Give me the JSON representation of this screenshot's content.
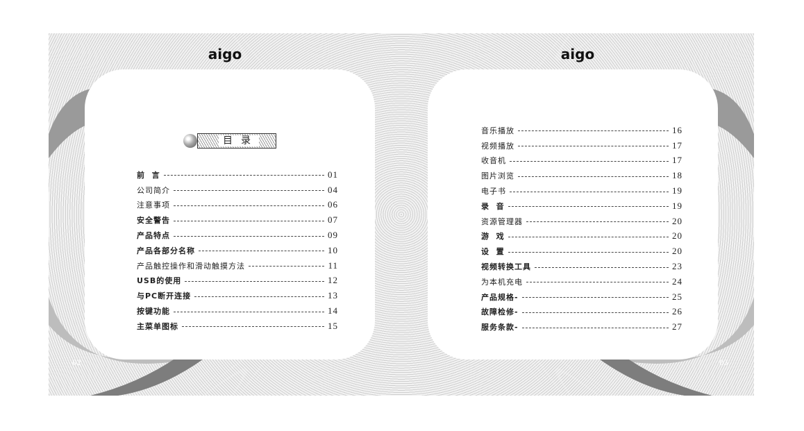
{
  "brand": {
    "logo_text": "aigo"
  },
  "left_page": {
    "page_number": "02",
    "title": "目录",
    "entries": [
      {
        "label": "前  言",
        "page": "01",
        "bold": true
      },
      {
        "label": "公司简介",
        "page": "04",
        "bold": false
      },
      {
        "label": "注意事项",
        "page": "06",
        "bold": false
      },
      {
        "label": "安全警告",
        "page": "07",
        "bold": true
      },
      {
        "label": "产品特点",
        "page": "09",
        "bold": true
      },
      {
        "label": "产品各部分名称",
        "page": "10",
        "bold": true
      },
      {
        "label": "产品触控操作和滑动触摸方法",
        "page": "11",
        "bold": false
      },
      {
        "label": "USB的使用",
        "page": "12",
        "bold": true
      },
      {
        "label": "与PC断开连接",
        "page": "13",
        "bold": true
      },
      {
        "label": "按键功能",
        "page": "14",
        "bold": true
      },
      {
        "label": "主菜单图标",
        "page": "15",
        "bold": true
      }
    ]
  },
  "right_page": {
    "page_number": "03",
    "entries": [
      {
        "label": "音乐播放",
        "page": "16",
        "bold": false
      },
      {
        "label": "视频播放",
        "page": "17",
        "bold": false
      },
      {
        "label": "收音机",
        "page": "17",
        "bold": false
      },
      {
        "label": "图片浏览",
        "page": "18",
        "bold": false
      },
      {
        "label": "电子书",
        "page": "19",
        "bold": false
      },
      {
        "label": "录  音",
        "page": "19",
        "bold": true
      },
      {
        "label": "资源管理器",
        "page": "20",
        "bold": false
      },
      {
        "label": "游  戏",
        "page": "20",
        "bold": true
      },
      {
        "label": "设  置",
        "page": "20",
        "bold": true
      },
      {
        "label": "视频转换工具",
        "page": "23",
        "bold": true
      },
      {
        "label": "为本机充电",
        "page": "24",
        "bold": false
      },
      {
        "label": "产品规格-",
        "page": "25",
        "bold": true
      },
      {
        "label": "故障检修-",
        "page": "26",
        "bold": true
      },
      {
        "label": "服务条款-",
        "page": "27",
        "bold": true
      }
    ]
  },
  "colors": {
    "swoosh": "#8a8a8a",
    "card": "#ffffff",
    "pattern": "#cfcfcf"
  }
}
